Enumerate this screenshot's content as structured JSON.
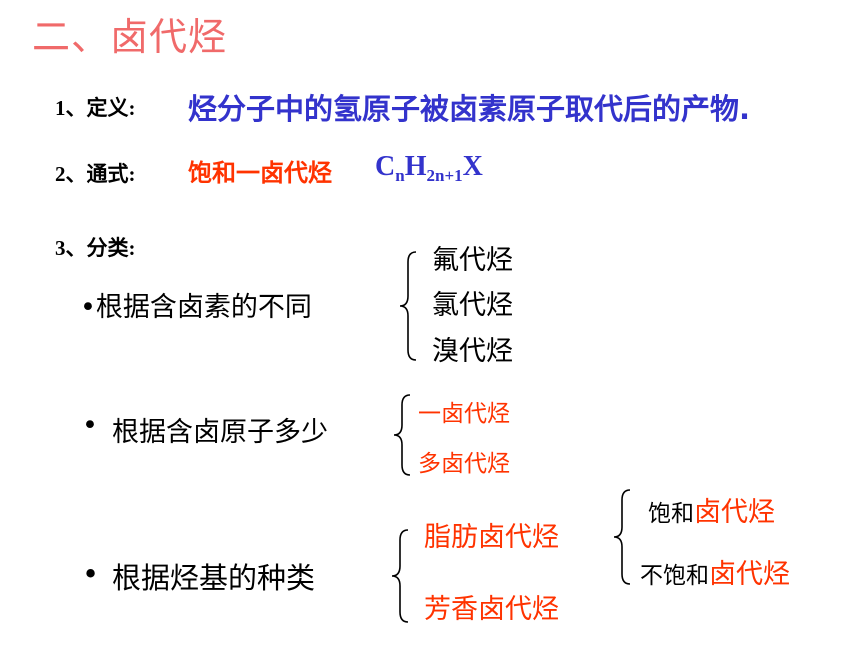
{
  "title": "二、卤代烃",
  "definition": {
    "label": "1、定义:",
    "text": "烃分子中的氢原子被卤素原子取代后的产物."
  },
  "general_formula": {
    "label": "2、通式:",
    "name": "饱和一卤代烃",
    "formula": {
      "c": "C",
      "n": "n",
      "h": "H",
      "h_sub": "2n+1",
      "x": "X"
    }
  },
  "classification": {
    "label": "3、分类:",
    "by_halogen": {
      "heading": "•根据含卤素的不同",
      "items": [
        "氟代烃",
        "氯代烃",
        "溴代烃"
      ]
    },
    "by_count": {
      "bullet": "•",
      "heading": "根据含卤原子多少",
      "items": [
        "一卤代烃",
        "多卤代烃"
      ]
    },
    "by_group": {
      "bullet": "•",
      "heading": "根据烃基的种类",
      "items": [
        "脂肪卤代烃",
        "芳香卤代烃"
      ],
      "sub": [
        {
          "prefix": "饱和",
          "suffix": "卤代烃"
        },
        {
          "prefix": "不饱和",
          "suffix": "卤代烃"
        }
      ]
    }
  },
  "colors": {
    "title": "#f06a6a",
    "blue": "#3333cc",
    "red": "#ff3300"
  }
}
